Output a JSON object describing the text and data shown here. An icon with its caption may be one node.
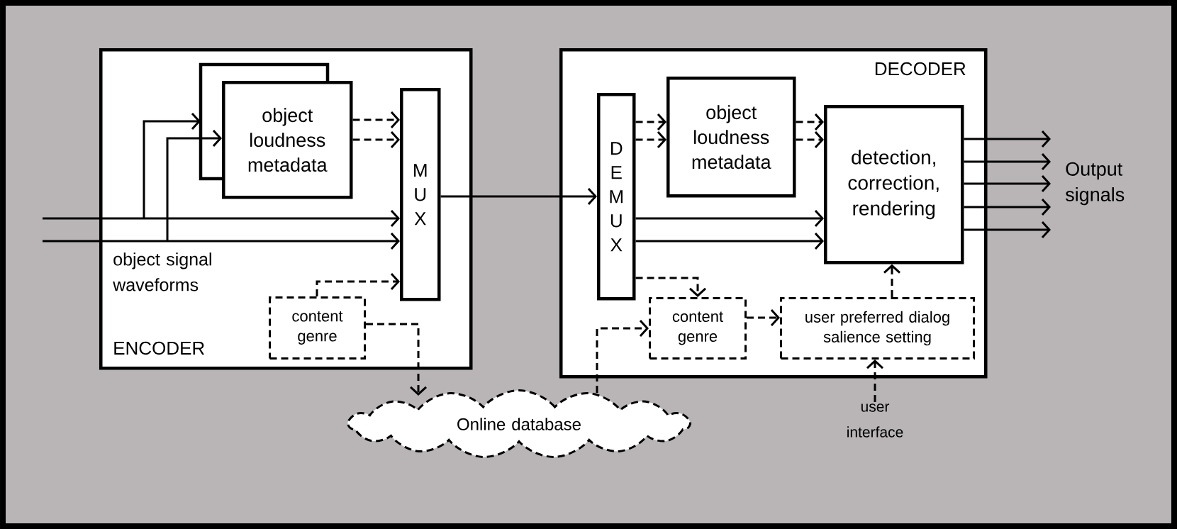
{
  "diagram": {
    "nodes": [
      {
        "text": [
          "ENCODER"
        ]
      },
      {
        "text": [],
        "shape": "box",
        "in": 0
      },
      {
        "text": [
          "object loudness metadata"
        ],
        "in": 0
      },
      {
        "text": [
          "M U X"
        ],
        "in": 0
      },
      {
        "text": [
          "content genre"
        ],
        "in": 0
      },
      {
        "text": [
          "Output signals"
        ]
      },
      {
        "text": [
          "DECODER"
        ]
      },
      {
        "text": [
          "D E M U X"
        ],
        "in": 6
      },
      {
        "text": [
          "object loudness metadata"
        ],
        "in": 6
      },
      {
        "text": [
          "detection, correction, rendering"
        ],
        "in": 6
      },
      {
        "text": [
          "content genre"
        ],
        "in": 6
      },
      {
        "text": [
          "user preferred dialog salience setting"
        ],
        "in": 6
      },
      {
        "text": [
          "Online database"
        ]
      },
      {
        "text": [
          "user interface"
        ]
      }
    ],
    "edges": [
      {
        "from": null,
        "to": 3,
        "arrow": "to"
      },
      {
        "from": null,
        "to": 3,
        "arrow": "to"
      },
      {
        "from": null,
        "to": 1,
        "arrow": "to"
      },
      {
        "from": null,
        "to": 2,
        "arrow": "to"
      },
      {
        "from": 2,
        "to": 3,
        "arrow": "to",
        "style": "dashed"
      },
      {
        "from": 2,
        "to": 3,
        "arrow": "to",
        "style": "dashed"
      },
      {
        "from": 4,
        "to": 3,
        "arrow": "to",
        "style": "dashed"
      },
      {
        "from": 4,
        "to": 12,
        "arrow": "to",
        "style": "dashed"
      },
      {
        "from": 3,
        "to": 7,
        "arrow": "to"
      },
      {
        "from": 7,
        "to": 8,
        "arrow": "to",
        "style": "dashed"
      },
      {
        "from": 7,
        "to": 8,
        "arrow": "to",
        "style": "dashed"
      },
      {
        "from": 8,
        "to": 9,
        "arrow": "to",
        "style": "dashed"
      },
      {
        "from": 8,
        "to": 9,
        "arrow": "to",
        "style": "dashed"
      },
      {
        "from": 7,
        "to": 9,
        "arrow": "to"
      },
      {
        "from": 7,
        "to": 9,
        "arrow": "to"
      },
      {
        "from": 7,
        "to": 10,
        "arrow": "to",
        "style": "dashed"
      },
      {
        "from": 12,
        "to": 10,
        "arrow": "to",
        "style": "dashed"
      },
      {
        "from": 10,
        "to": 11,
        "arrow": "to",
        "style": "dashed"
      },
      {
        "from": 11,
        "to": 9,
        "arrow": "to",
        "style": "dashed"
      },
      {
        "from": 13,
        "to": 11,
        "arrow": "to",
        "style": "dashed"
      },
      {
        "from": 9,
        "to": 5,
        "arrow": "to"
      },
      {
        "from": 9,
        "to": 5,
        "arrow": "to"
      },
      {
        "from": 9,
        "to": 5,
        "arrow": "to"
      },
      {
        "from": 9,
        "to": 5,
        "arrow": "to"
      },
      {
        "from": 9,
        "to": 5,
        "arrow": "to"
      }
    ],
    "labels": [
      "object signal waveforms"
    ]
  }
}
